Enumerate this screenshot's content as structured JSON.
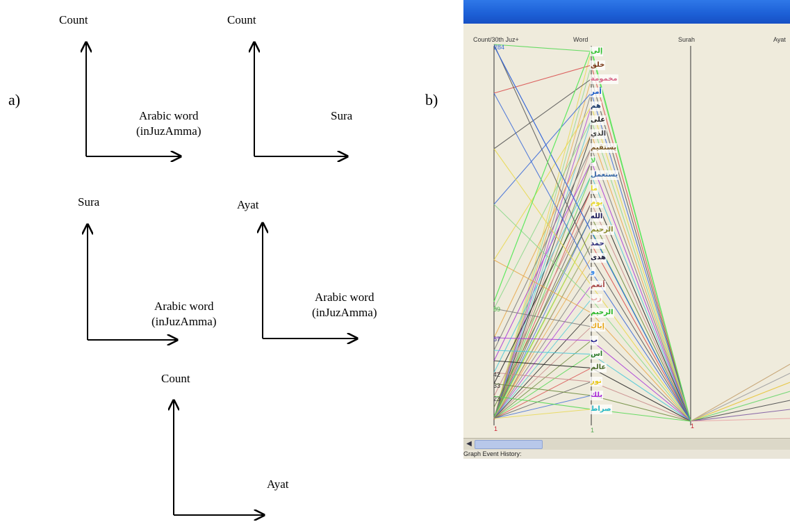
{
  "panel_labels": {
    "a": "a)",
    "b": "b)"
  },
  "axis_diagrams": [
    {
      "id": "count-word",
      "y_label": "Count",
      "x_label_lines": [
        "Arabic word",
        "(inJuzAmma)"
      ]
    },
    {
      "id": "count-sura",
      "y_label": "Count",
      "x_label_lines": [
        "Sura"
      ]
    },
    {
      "id": "sura-word",
      "y_label": "Sura",
      "x_label_lines": [
        "Arabic word",
        "(inJuzAmma)"
      ]
    },
    {
      "id": "ayat-word",
      "y_label": "Ayat",
      "x_label_lines": [
        "Arabic word",
        "(inJuzAmma)"
      ]
    },
    {
      "id": "count-ayat",
      "y_label": "Count",
      "x_label_lines": [
        "Ayat"
      ]
    }
  ],
  "screenshot": {
    "columns": [
      "Count/30th Juz+",
      "Word",
      "Surah",
      "Ayat"
    ],
    "count_ticks": [
      "284",
      "89",
      "57",
      "42",
      "33",
      "23"
    ],
    "word_labels": [
      "إلى",
      "خلق",
      "مخمومة",
      "أمر",
      "هم",
      "على",
      "الذي",
      "يستقيم",
      "لا",
      "يستعمل",
      "ما",
      "يوم",
      "الله",
      "الرحيم",
      "حمد",
      "هدى",
      "و",
      "أنعم",
      "رب",
      "الرحيم",
      "إياك",
      "ب",
      "اس",
      "عالم",
      "نور",
      "بلك",
      "صراط"
    ],
    "word_colors": [
      "#2fbf2f",
      "#7a3a1a",
      "#d86a8a",
      "#1a5ac8",
      "#1a3a6a",
      "#222",
      "#404040",
      "#7a5a2a",
      "#5ad85a",
      "#3a6aa8",
      "#e8d82a",
      "#e8d82a",
      "#1a1a5a",
      "#8a8a2a",
      "#2a2a7a",
      "#1a1a3a",
      "#3a8ae8",
      "#a84a4a",
      "#e8a8a8",
      "#2ab82a",
      "#e8a81a",
      "#1a1a8a",
      "#2a7a2a",
      "#4a6a2a",
      "#e8c81a",
      "#a82ad8",
      "#2ab8c8"
    ],
    "bottom_labels": {
      "count": "1",
      "word": "1",
      "surah": "1"
    },
    "scroll_left_icon": "chevron-left-icon",
    "history_label": "Graph Event History:"
  },
  "colors": {
    "titlebar": "#1c5fd6",
    "plot_bg": "#efebdc",
    "count_tick": "#3a6ad8"
  }
}
